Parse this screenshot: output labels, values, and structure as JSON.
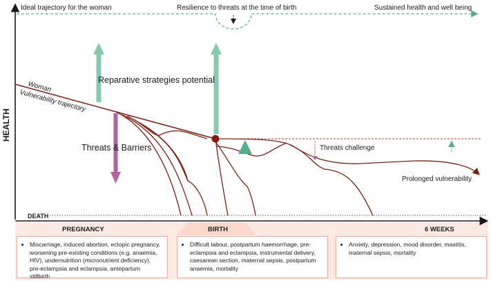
{
  "axis": {
    "y_label": "HEALTH",
    "death_label": "DEATH"
  },
  "top_line": {
    "left": "Ideal trajectory for the woman",
    "center": "Resilience to threats at the time of birth",
    "right": "Sustained health and well being"
  },
  "labels": {
    "woman": "Woman",
    "vulnerability": "Vulnerability trajectory",
    "reparative": "Reparative strategies potential",
    "threats_barriers": "Threats & Barriers",
    "threats_challenge": "Threats challenge",
    "prolonged": "Prolonged vulnerability"
  },
  "timeline": {
    "pregnancy": "PREGNANCY",
    "birth": "BIRTH",
    "six_weeks": "6 WEEKS"
  },
  "boxes": {
    "pregnancy": {
      "text": "Miscarriage, induced abortion, ectopic pregnancy, worsening pre-existing conditions (e.g. anaemia, HIV), undernutrition (micronutrient deficiency), pre-eclampsia and eclampsia, antepartum stillbirth"
    },
    "birth": {
      "text": "Difficult labour, postpartum haemorrhage, pre-eclampsia and eclampsia, instrumental delivery, caesarean section, maternal sepsis, postpartum anaemia,  mortality"
    },
    "six_weeks": {
      "text": "Anxiety, depression, mood disorder, mastitis, maternal sepsis, mortality"
    }
  },
  "colors": {
    "teal": "#86c9ad",
    "dashed_teal": "#5aab8b",
    "purple": "#b0669c",
    "dark_red": "#7a1f12",
    "salmon": "#f0a898",
    "panel": "#fde9e3"
  }
}
